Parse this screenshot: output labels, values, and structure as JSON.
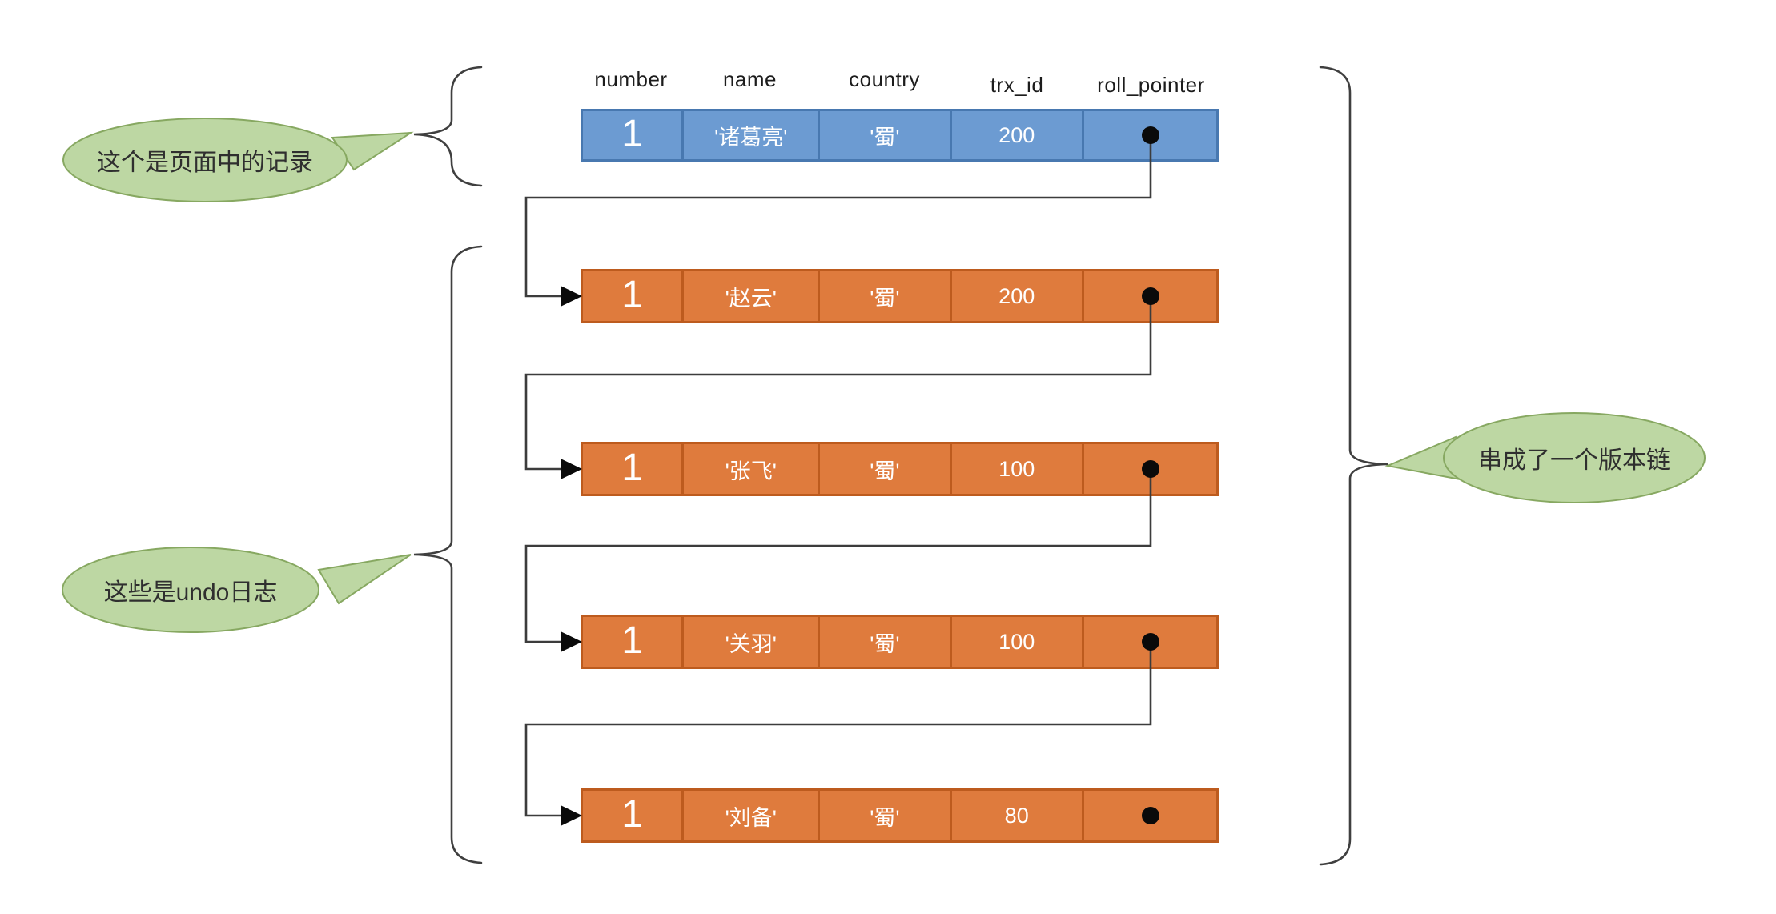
{
  "table": {
    "columns": [
      "number",
      "name",
      "country",
      "trx_id",
      "roll_pointer"
    ],
    "page_record": {
      "number": "1",
      "name": "'诸葛亮'",
      "country": "'蜀'",
      "trx_id": "200"
    },
    "undo_logs": [
      {
        "number": "1",
        "name": "'赵云'",
        "country": "'蜀'",
        "trx_id": "200"
      },
      {
        "number": "1",
        "name": "'张飞'",
        "country": "'蜀'",
        "trx_id": "100"
      },
      {
        "number": "1",
        "name": "'关羽'",
        "country": "'蜀'",
        "trx_id": "100"
      },
      {
        "number": "1",
        "name": "'刘备'",
        "country": "'蜀'",
        "trx_id": "80"
      }
    ]
  },
  "callouts": {
    "page_record_label": "这个是页面中的记录",
    "undo_logs_label": "这些是undo日志",
    "version_chain_label": "串成了一个版本链"
  },
  "colors": {
    "page_record_fill": "#6C9BD2",
    "page_record_border": "#4878B0",
    "undo_log_fill": "#DF7B3D",
    "undo_log_border": "#BD5B1E",
    "callout_fill": "#BDD7A3",
    "callout_border": "#87A861",
    "connector": "#3C3C3C",
    "dot": "#0A0A0A"
  }
}
